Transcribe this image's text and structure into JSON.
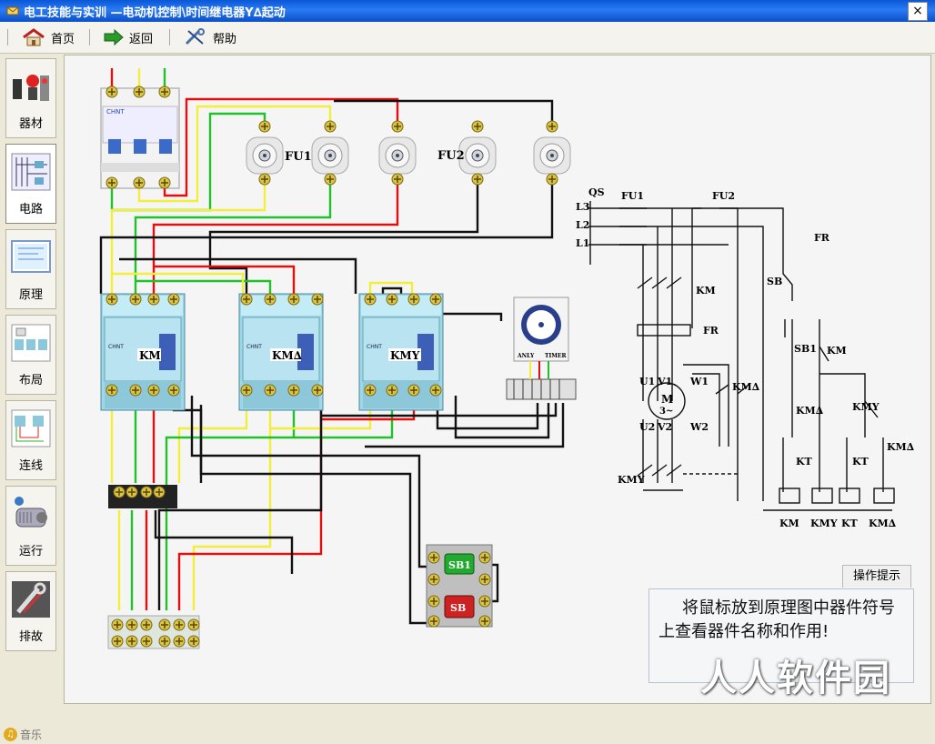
{
  "window": {
    "title": "电工技能与实训 —电动机控制\\时间继电器Y∆起动",
    "close_glyph": "×"
  },
  "toolbar": {
    "home": "首页",
    "back": "返回",
    "help": "帮助"
  },
  "sidebar": {
    "items": [
      {
        "label": "器材"
      },
      {
        "label": "电路"
      },
      {
        "label": "原理"
      },
      {
        "label": "布局"
      },
      {
        "label": "连线"
      },
      {
        "label": "运行"
      },
      {
        "label": "排故"
      }
    ],
    "music": "音乐"
  },
  "wiring": {
    "fuse1": "FU1",
    "fuse2": "FU2",
    "contactor_main": "KM",
    "contactor_delta": "KM∆",
    "contactor_star": "KMY",
    "contactor_brand": "CHNT",
    "timer_brand": "ANLY",
    "timer_label": "TIMER",
    "breaker_brand": "CHNT",
    "button_start": "SB1",
    "button_stop": "SB"
  },
  "schematic": {
    "L1": "L1",
    "L2": "L2",
    "L3": "L3",
    "QS": "QS",
    "FU1": "FU1",
    "FU2": "FU2",
    "FR": "FR",
    "SB": "SB",
    "SB1": "SB1",
    "KM": "KM",
    "KMY": "KMY",
    "KMD": "KM∆",
    "KT": "KT",
    "U1": "U1",
    "V1": "V1",
    "W1": "W1",
    "U2": "U2",
    "V2": "V2",
    "W2": "W2",
    "M": "M",
    "M3": "3~",
    "coils": [
      "KM",
      "KMY",
      "KT",
      "KM∆"
    ]
  },
  "hint": {
    "tab": "操作提示",
    "text": "将鼠标放到原理图中器件符号上查看器件名称和作用!"
  },
  "watermark": "人人软件园",
  "colors": {
    "wire_red": "#e01010",
    "wire_yellow": "#f2ee3c",
    "wire_green": "#22c02a",
    "wire_black": "#111111",
    "contactor_blue": "#9ad3e6",
    "titlebar": "#0a57d6"
  }
}
